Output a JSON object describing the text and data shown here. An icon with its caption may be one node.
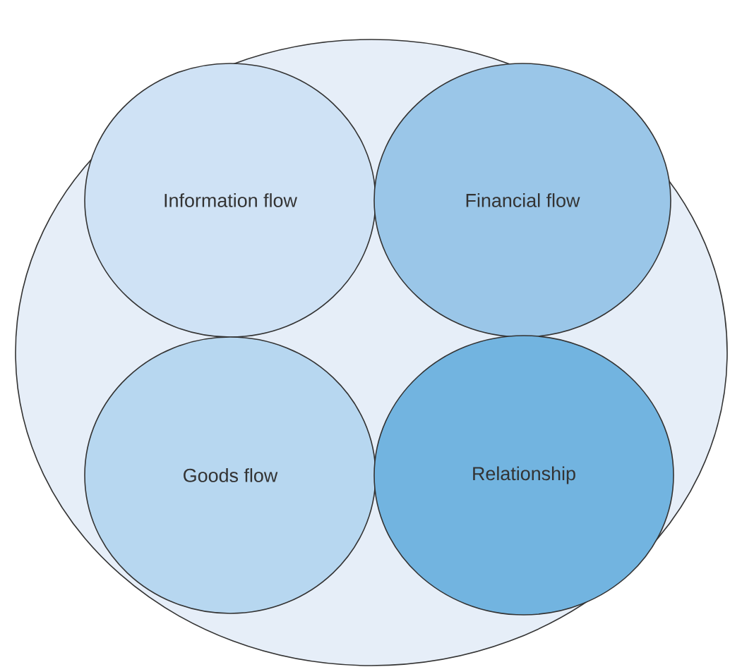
{
  "diagram": {
    "nodes": [
      {
        "text": [],
        "shape": "circle"
      },
      {
        "text": [
          "Information flow"
        ],
        "in": 0
      },
      {
        "text": [
          "Financial flow"
        ],
        "in": 0
      },
      {
        "text": [
          "Goods flow"
        ],
        "in": 0
      },
      {
        "text": [
          "Relationship"
        ],
        "in": 0
      }
    ]
  }
}
